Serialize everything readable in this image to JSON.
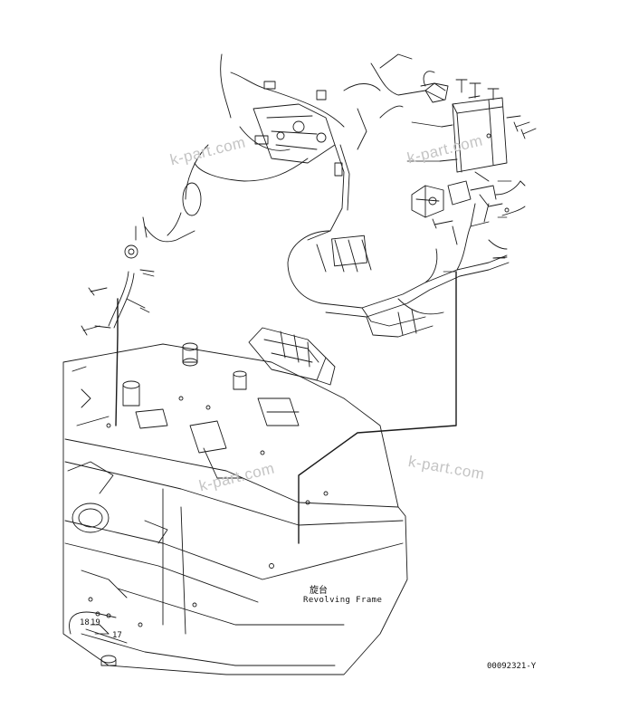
{
  "watermarks": [
    "k-part.com",
    "k-part.com",
    "k-part.com",
    "k-part.com"
  ],
  "frame_label": {
    "japanese": "旋台",
    "english": "Revolving Frame"
  },
  "callouts": {
    "c18": "18",
    "c19": "19",
    "c17": "17"
  },
  "drawing_number": "00092321-Y",
  "colors": {
    "line": "#1a1a1a",
    "watermark": "#c4c4c4",
    "background": "#ffffff"
  }
}
